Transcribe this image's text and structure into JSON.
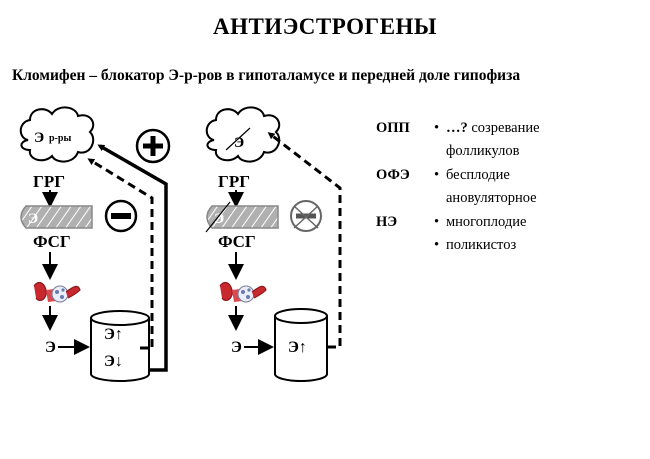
{
  "title": "АНТИЭСТРОГЕНЫ",
  "subtitle": "Кломифен – блокатор Э-р-ров в гипоталамусе и передней доле гипофиза",
  "left_scheme": {
    "cloud_label_main": "Э",
    "cloud_label_sub": "р-ры",
    "hormone_top": "ГРГ",
    "pituitary_label": "Э",
    "hormone_bottom": "ФСГ",
    "estrogen_label": "Э",
    "cylinder_line1": "Э↑",
    "cylinder_line2": "Э↓"
  },
  "right_scheme": {
    "cloud_label": "Э",
    "hormone_top": "ГРГ",
    "pituitary_label": "Э",
    "hormone_bottom": "ФСГ",
    "estrogen_label": "Э",
    "cylinder_line1": "Э↑"
  },
  "info": {
    "rows": [
      {
        "abbr": "ОПП",
        "bullet": "•",
        "text_bold": "…?",
        "text": " созревание"
      },
      {
        "abbr": "",
        "bullet": "",
        "text_bold": "",
        "text": "фолликулов"
      },
      {
        "abbr": "ОФЭ",
        "bullet": "•",
        "text_bold": "",
        "text": "бесплодие"
      },
      {
        "abbr": "",
        "bullet": "",
        "text_bold": "",
        "text": "ановуляторное"
      },
      {
        "abbr": "НЭ",
        "bullet": "•",
        "text_bold": "",
        "text": "многоплодие"
      },
      {
        "abbr": "",
        "bullet": "•",
        "text_bold": "",
        "text": "поликистоз"
      }
    ]
  },
  "colors": {
    "ink": "#000000",
    "gland_gray": "#a8a8a8",
    "ovary_red": "#c8292e",
    "cloud_fill": "#ffffff"
  }
}
